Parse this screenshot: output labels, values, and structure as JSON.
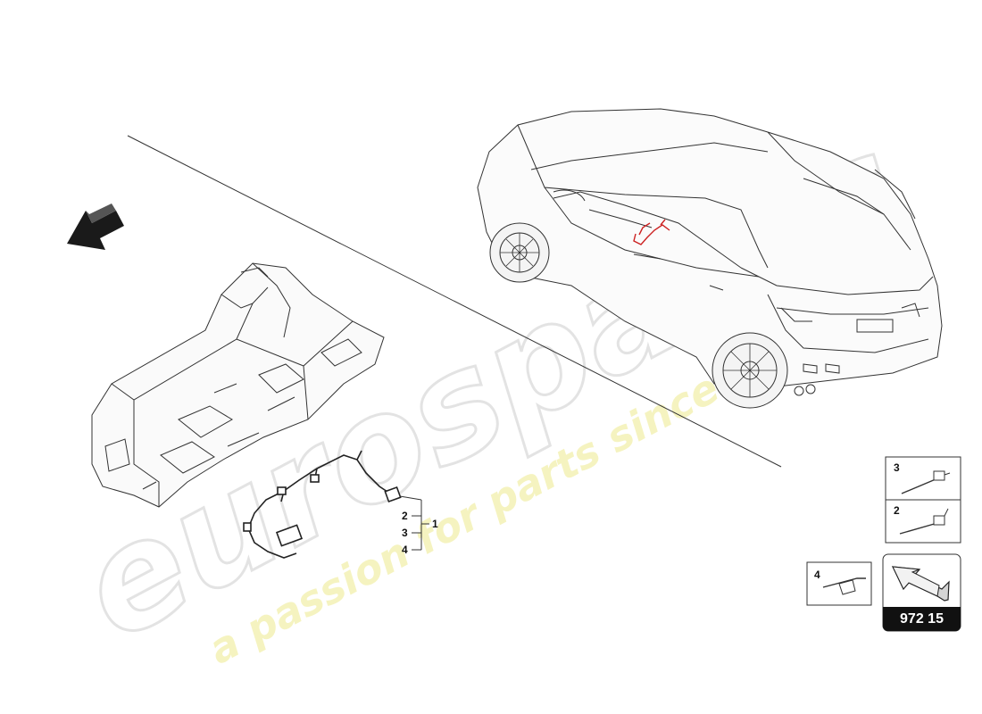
{
  "callouts": {
    "main": "1",
    "sub_a": "2",
    "sub_b": "3",
    "sub_c": "4"
  },
  "detail_boxes": [
    {
      "label": "3"
    },
    {
      "label": "2"
    },
    {
      "label": "4"
    }
  ],
  "reference_number": "972 15",
  "watermark": {
    "brand": "eurospares",
    "tagline": "a passion for parts since 1985"
  },
  "colors": {
    "line": "#222222",
    "highlight_harness": "#cc2222",
    "watermark_gray": "#e6e6e6",
    "watermark_yellow": "#f3f0a8",
    "ref_bg": "#111111"
  },
  "icons": {
    "direction_arrow": "front-arrow-icon",
    "reference_arrow": "reference-arrow-icon"
  }
}
